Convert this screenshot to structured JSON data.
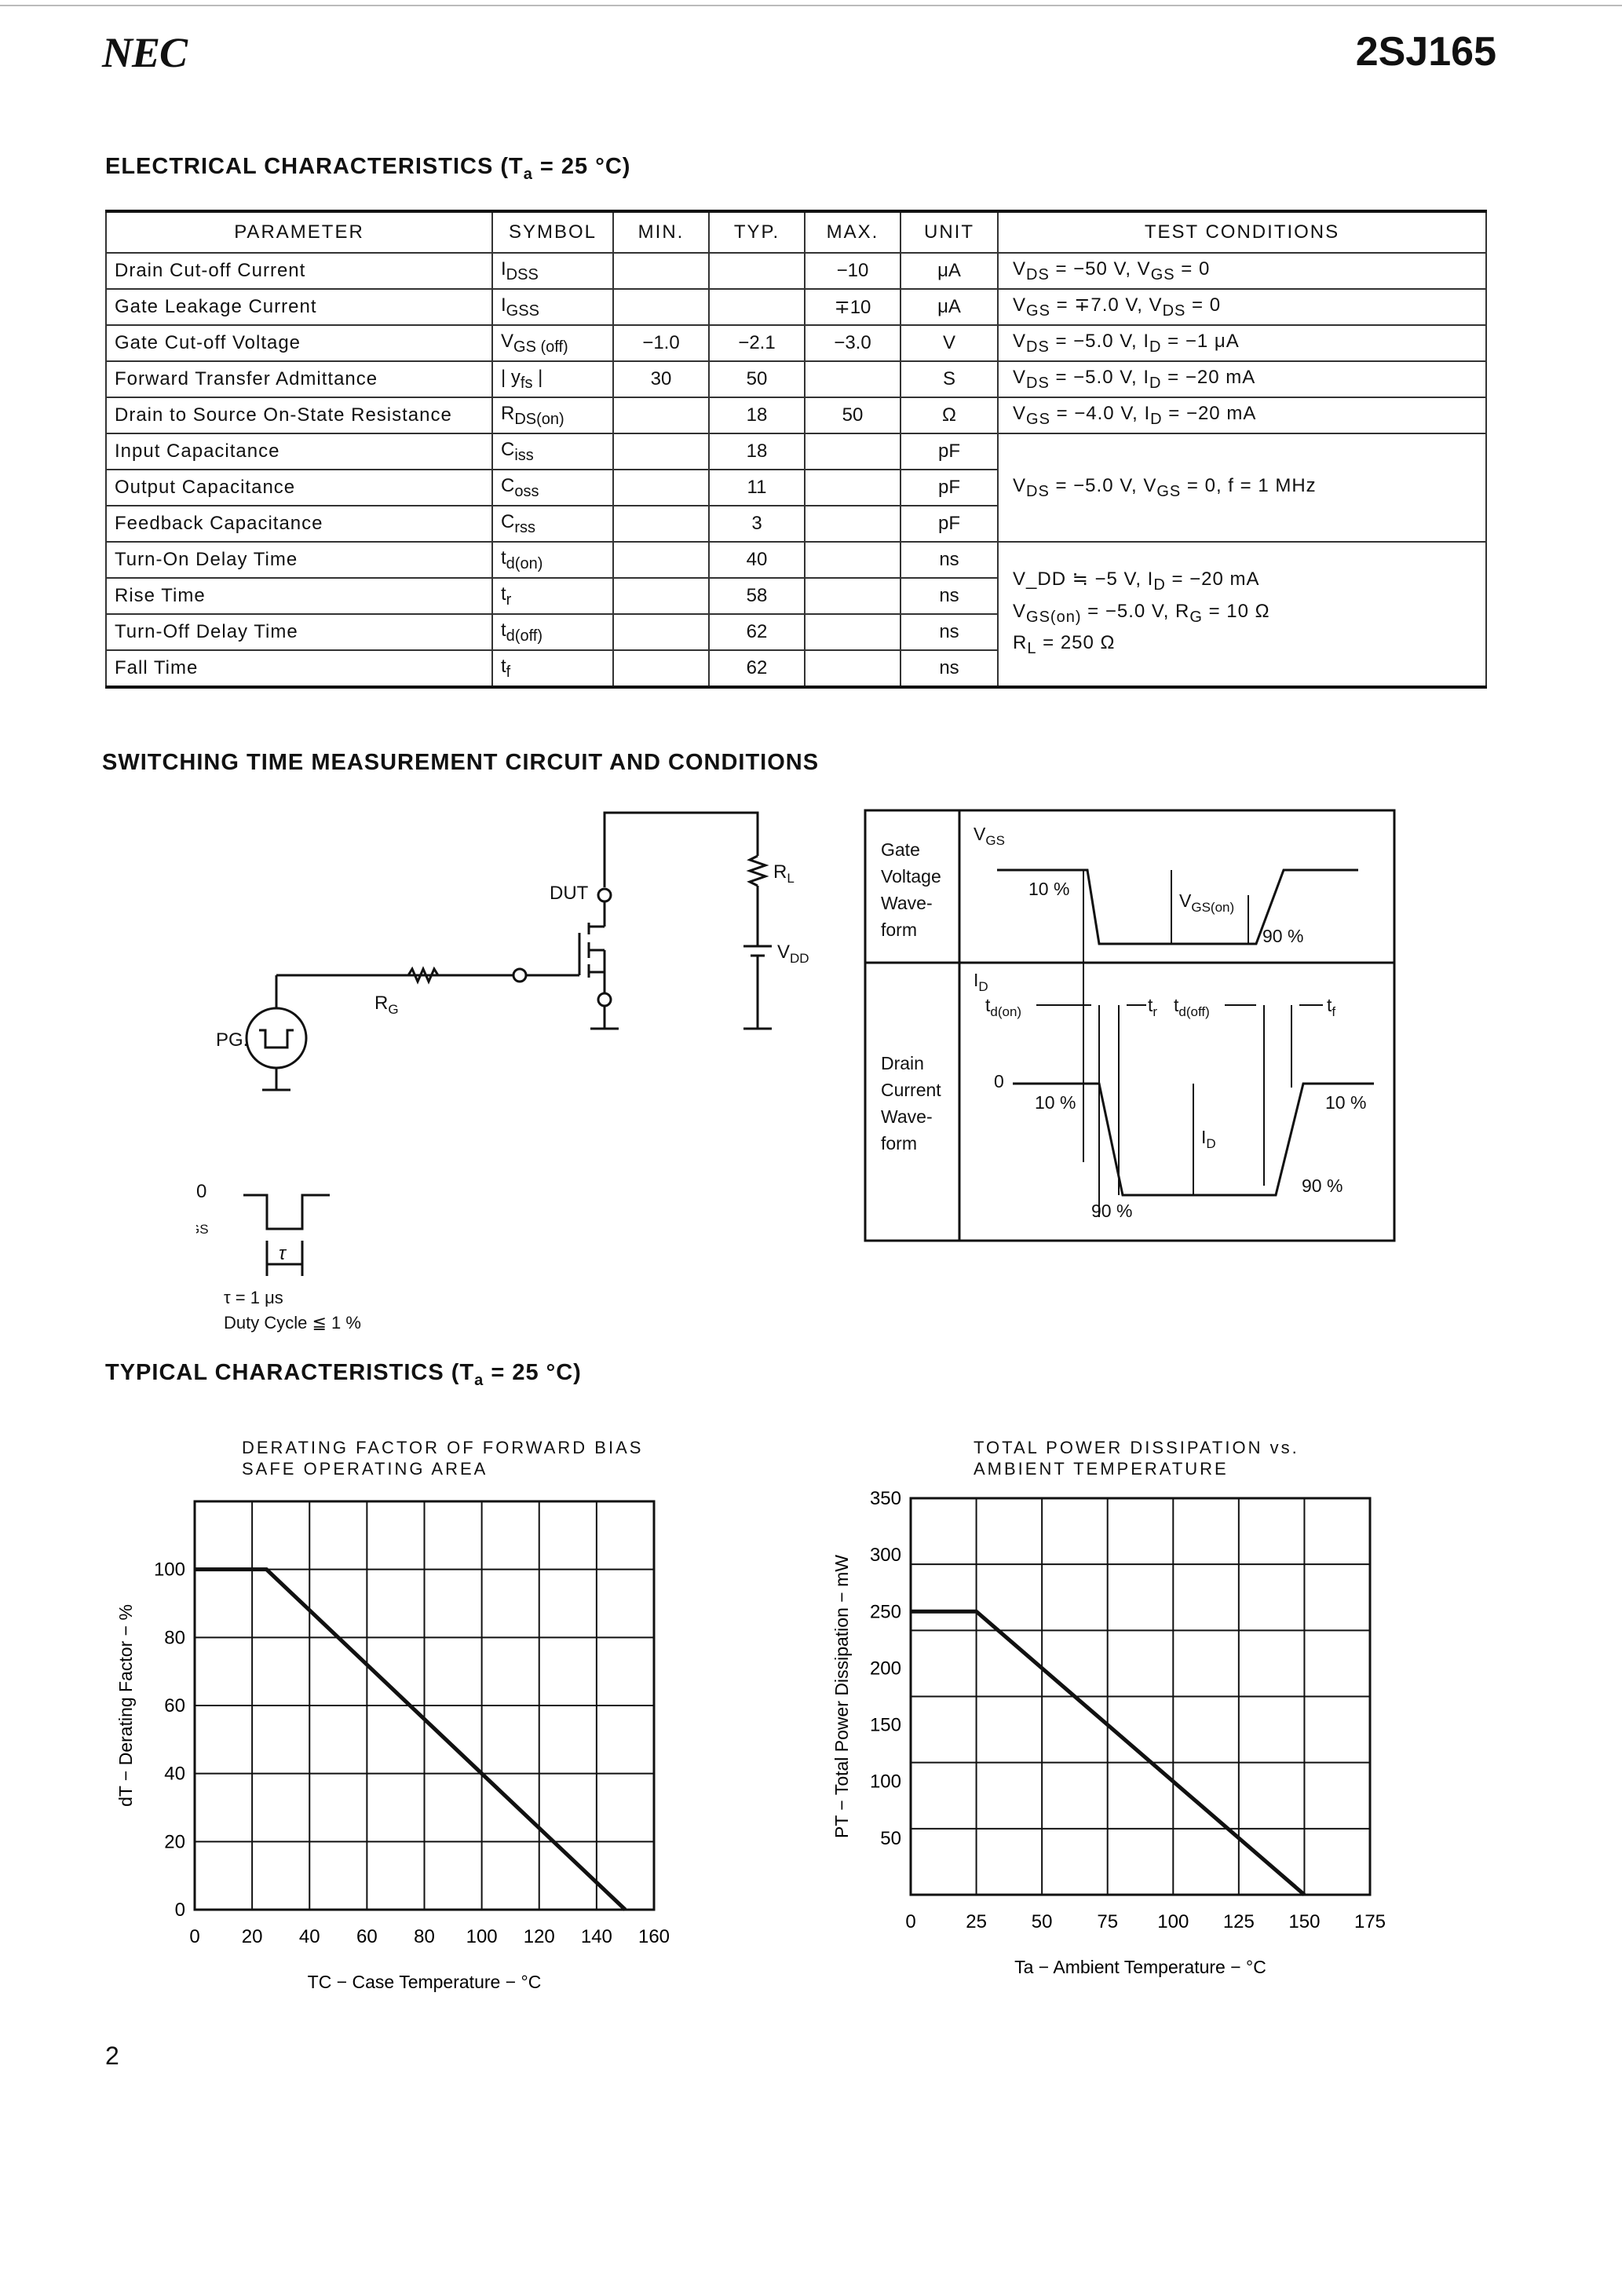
{
  "header": {
    "logo": "NEC",
    "part_number": "2SJ165"
  },
  "electrical": {
    "title": "ELECTRICAL CHARACTERISTICS",
    "title_cond": "(T",
    "title_sub": "a",
    "title_tail": " = 25 °C)",
    "columns": [
      "PARAMETER",
      "SYMBOL",
      "MIN.",
      "TYP.",
      "MAX.",
      "UNIT",
      "TEST CONDITIONS"
    ],
    "rows": [
      {
        "param": "Drain Cut-off Current",
        "sym": "I",
        "sym_sub": "DSS",
        "min": "",
        "typ": "",
        "max": "−10",
        "unit": "μA",
        "cond": "V_DS = −50 V, V_GS = 0"
      },
      {
        "param": "Gate Leakage Current",
        "sym": "I",
        "sym_sub": "GSS",
        "min": "",
        "typ": "",
        "max": "∓10",
        "unit": "μA",
        "cond": "V_GS = ∓7.0 V, V_DS = 0"
      },
      {
        "param": "Gate Cut-off Voltage",
        "sym": "V",
        "sym_sub": "GS (off)",
        "min": "−1.0",
        "typ": "−2.1",
        "max": "−3.0",
        "unit": "V",
        "cond": "V_DS = −5.0 V, I_D = −1 μA"
      },
      {
        "param": "Forward Transfer Admittance",
        "sym": "| y",
        "sym_sub": "fs",
        "sym_tail": " |",
        "min": "30",
        "typ": "50",
        "max": "",
        "unit": "S",
        "cond": "V_DS = −5.0 V, I_D = −20 mA"
      },
      {
        "param": "Drain to Source On-State Resistance",
        "sym": "R",
        "sym_sub": "DS(on)",
        "min": "",
        "typ": "18",
        "max": "50",
        "unit": "Ω",
        "cond": "V_GS = −4.0 V, I_D = −20 mA"
      },
      {
        "param": "Input Capacitance",
        "sym": "C",
        "sym_sub": "iss",
        "min": "",
        "typ": "18",
        "max": "",
        "unit": "pF"
      },
      {
        "param": "Output Capacitance",
        "sym": "C",
        "sym_sub": "oss",
        "min": "",
        "typ": "11",
        "max": "",
        "unit": "pF"
      },
      {
        "param": "Feedback Capacitance",
        "sym": "C",
        "sym_sub": "rss",
        "min": "",
        "typ": "3",
        "max": "",
        "unit": "pF"
      },
      {
        "param": "Turn-On Delay Time",
        "sym": "t",
        "sym_sub": "d(on)",
        "min": "",
        "typ": "40",
        "max": "",
        "unit": "ns"
      },
      {
        "param": "Rise Time",
        "sym": "t",
        "sym_sub": "r",
        "min": "",
        "typ": "58",
        "max": "",
        "unit": "ns"
      },
      {
        "param": "Turn-Off Delay Time",
        "sym": "t",
        "sym_sub": "d(off)",
        "min": "",
        "typ": "62",
        "max": "",
        "unit": "ns"
      },
      {
        "param": "Fall Time",
        "sym": "t",
        "sym_sub": "f",
        "min": "",
        "typ": "62",
        "max": "",
        "unit": "ns"
      }
    ],
    "cap_cond": "V_DS = −5.0 V, V_GS = 0, f = 1 MHz",
    "sw_cond_1": "V_DD ≒ −5 V, I_D = −20 mA",
    "sw_cond_2": "V_GS(on) = −5.0 V, R_G = 10 Ω",
    "sw_cond_3": "R_L = 250 Ω"
  },
  "switching": {
    "title": "SWITCHING TIME MEASUREMENT CIRCUIT AND CONDITIONS",
    "circuit": {
      "dut": "DUT",
      "rl": "R",
      "rl_sub": "L",
      "vdd": "V",
      "vdd_sub": "DD",
      "rg": "R",
      "rg_sub": "G",
      "pg": "PG.",
      "vgs": "V",
      "vgs_sub": "GS",
      "zero": "0",
      "tau": "τ",
      "pulse_width": "τ = 1 μs",
      "duty": "Duty Cycle ≦ 1 %"
    },
    "wave": {
      "gate_label": [
        "Gate",
        "Voltage",
        "Wave-",
        "form"
      ],
      "drain_label": [
        "Drain",
        "Current",
        "Wave-",
        "form"
      ],
      "vgs": "V",
      "vgs_sub": "GS",
      "vgs_on": "V",
      "vgs_on_sub": "GS(on)",
      "p10": "10 %",
      "p90": "90 %",
      "id": "I",
      "id_sub": "D",
      "td_on": "t",
      "td_on_sub": "d(on)",
      "tr": "t",
      "tr_sub": "r",
      "td_off": "t",
      "td_off_sub": "d(off)",
      "tf": "t",
      "tf_sub": "f",
      "zero": "0"
    }
  },
  "typical": {
    "title": "TYPICAL CHARACTERISTICS",
    "title_cond": "(T",
    "title_sub": "a",
    "title_tail": " = 25 °C)"
  },
  "chart_data": [
    {
      "type": "line",
      "title": "DERATING FACTOR OF FORWARD BIAS SAFE OPERATING AREA",
      "xlabel": "T_C − Case Temperature − °C",
      "ylabel": "dT − Derating Factor − %",
      "xlim": [
        0,
        160
      ],
      "ylim": [
        0,
        120
      ],
      "xticks": [
        0,
        20,
        40,
        60,
        80,
        100,
        120,
        140,
        160
      ],
      "yticks": [
        0,
        20,
        40,
        60,
        80,
        100
      ],
      "grid": true,
      "series": [
        {
          "x": [
            0,
            25,
            150
          ],
          "y": [
            100,
            100,
            0
          ]
        }
      ]
    },
    {
      "type": "line",
      "title": "TOTAL POWER DISSIPATION vs. AMBIENT TEMPERATURE",
      "xlabel": "T_a − Ambient Temperature − °C",
      "ylabel": "PT − Total Power Dissipation − mW",
      "xlim": [
        0,
        175
      ],
      "ylim": [
        0,
        350
      ],
      "xticks": [
        0,
        25,
        50,
        75,
        100,
        125,
        150,
        175
      ],
      "yticks": [
        50,
        100,
        150,
        200,
        250,
        300,
        350
      ],
      "grid": true,
      "series": [
        {
          "x": [
            0,
            25,
            150
          ],
          "y": [
            250,
            250,
            0
          ]
        }
      ]
    }
  ],
  "page_number": "2"
}
